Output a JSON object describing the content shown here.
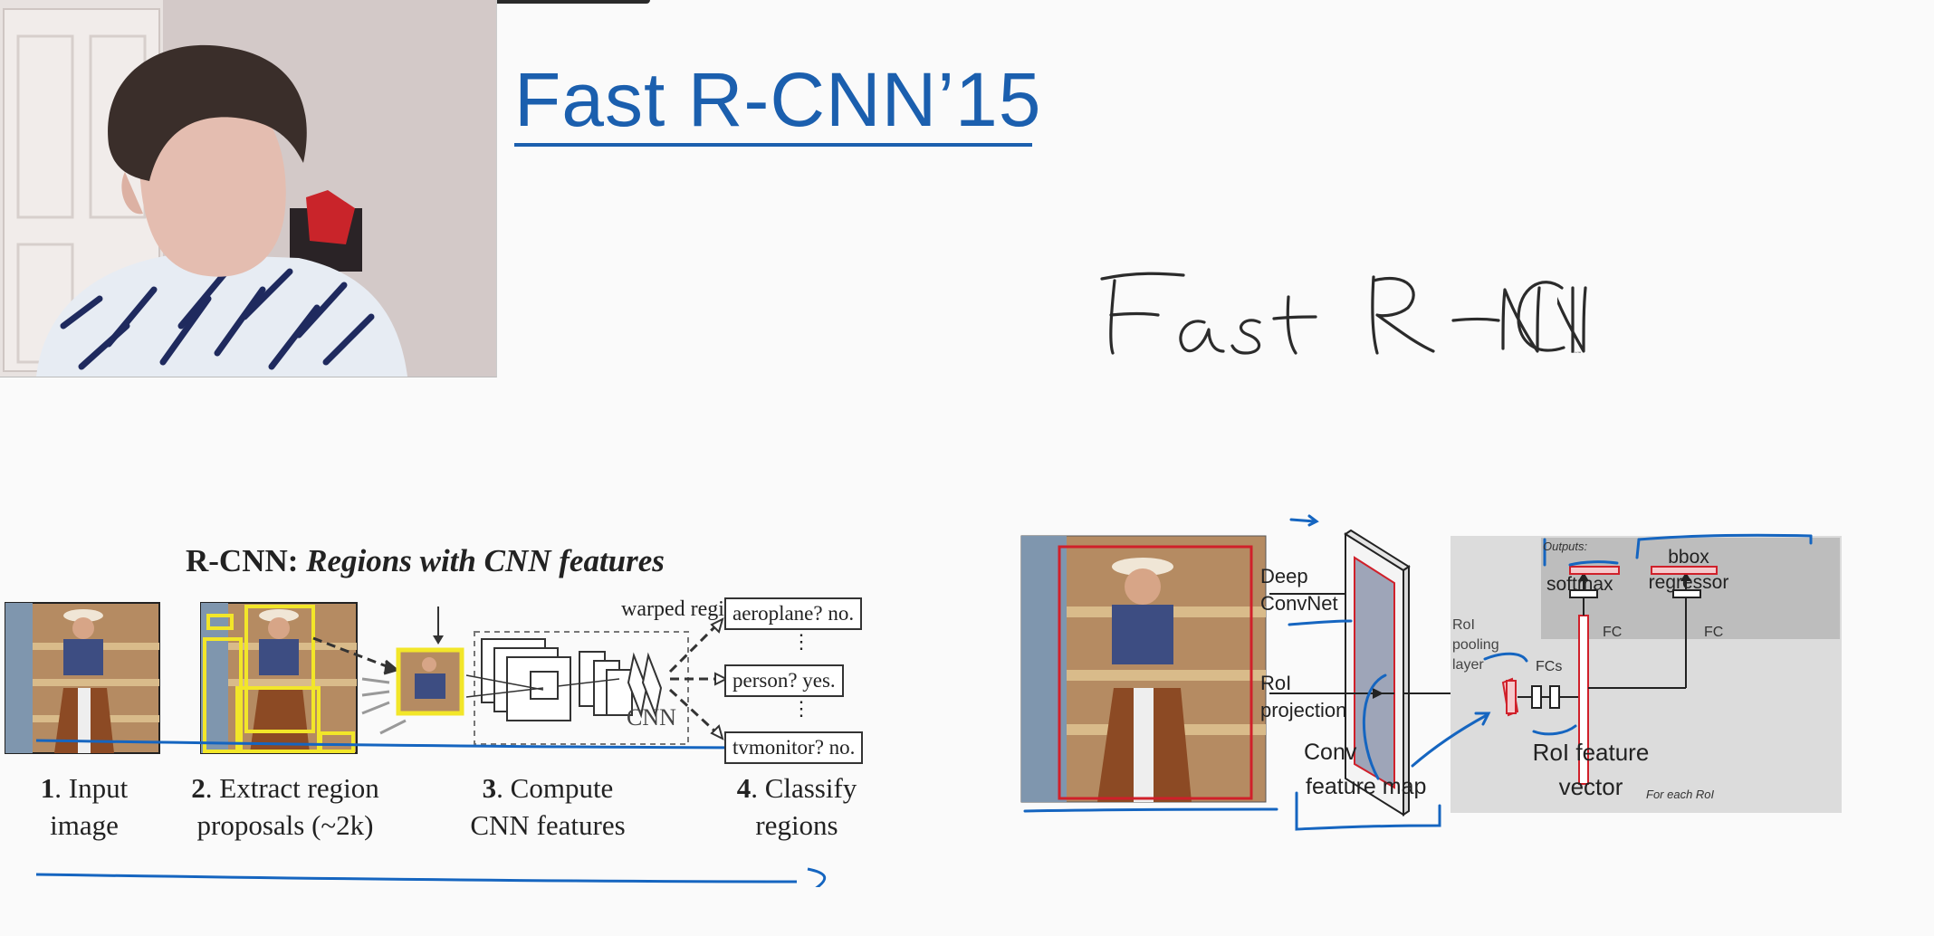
{
  "slide": {
    "title": "Fast R-CNN’15",
    "handwritten_note": "Fast R-CNN"
  },
  "rcnn_figure": {
    "header_bold": "R-CNN: ",
    "header_italic": "Regions with CNN features",
    "warped_label": "warped region",
    "cnn_label": "CNN",
    "steps": [
      {
        "num": "1",
        "line1": ". Input",
        "line2": "image"
      },
      {
        "num": "2",
        "line1": ". Extract region",
        "line2": "proposals (~2k)"
      },
      {
        "num": "3",
        "line1": ". Compute",
        "line2": "CNN features"
      },
      {
        "num": "4",
        "line1": ". Classify",
        "line2": "regions"
      }
    ],
    "classes": [
      "aeroplane? no.",
      "person? yes.",
      "tvmonitor? no."
    ],
    "ellipsis": "⋮"
  },
  "fast_rcnn_figure": {
    "deep_convnet": [
      "Deep",
      "ConvNet"
    ],
    "roi_projection": [
      "RoI",
      "projection"
    ],
    "conv_feature_map": [
      "Conv",
      "feature map"
    ],
    "roi_pooling": [
      "RoI",
      "pooling",
      "layer"
    ],
    "fcs": "FCs",
    "outputs_label": "Outputs:",
    "softmax": "softmax",
    "bbox_regressor": [
      "bbox",
      "regressor"
    ],
    "fc": "FC",
    "roi_feature_vector": [
      "RoI feature",
      "vector"
    ],
    "for_each_roi": "For each RoI"
  },
  "colors": {
    "title_blue": "#1b5fae",
    "ink_blue": "#1565c0",
    "proposal_yellow": "#f2e629",
    "roi_red": "#d0202a",
    "panel_gray": "#dcdcdc"
  }
}
